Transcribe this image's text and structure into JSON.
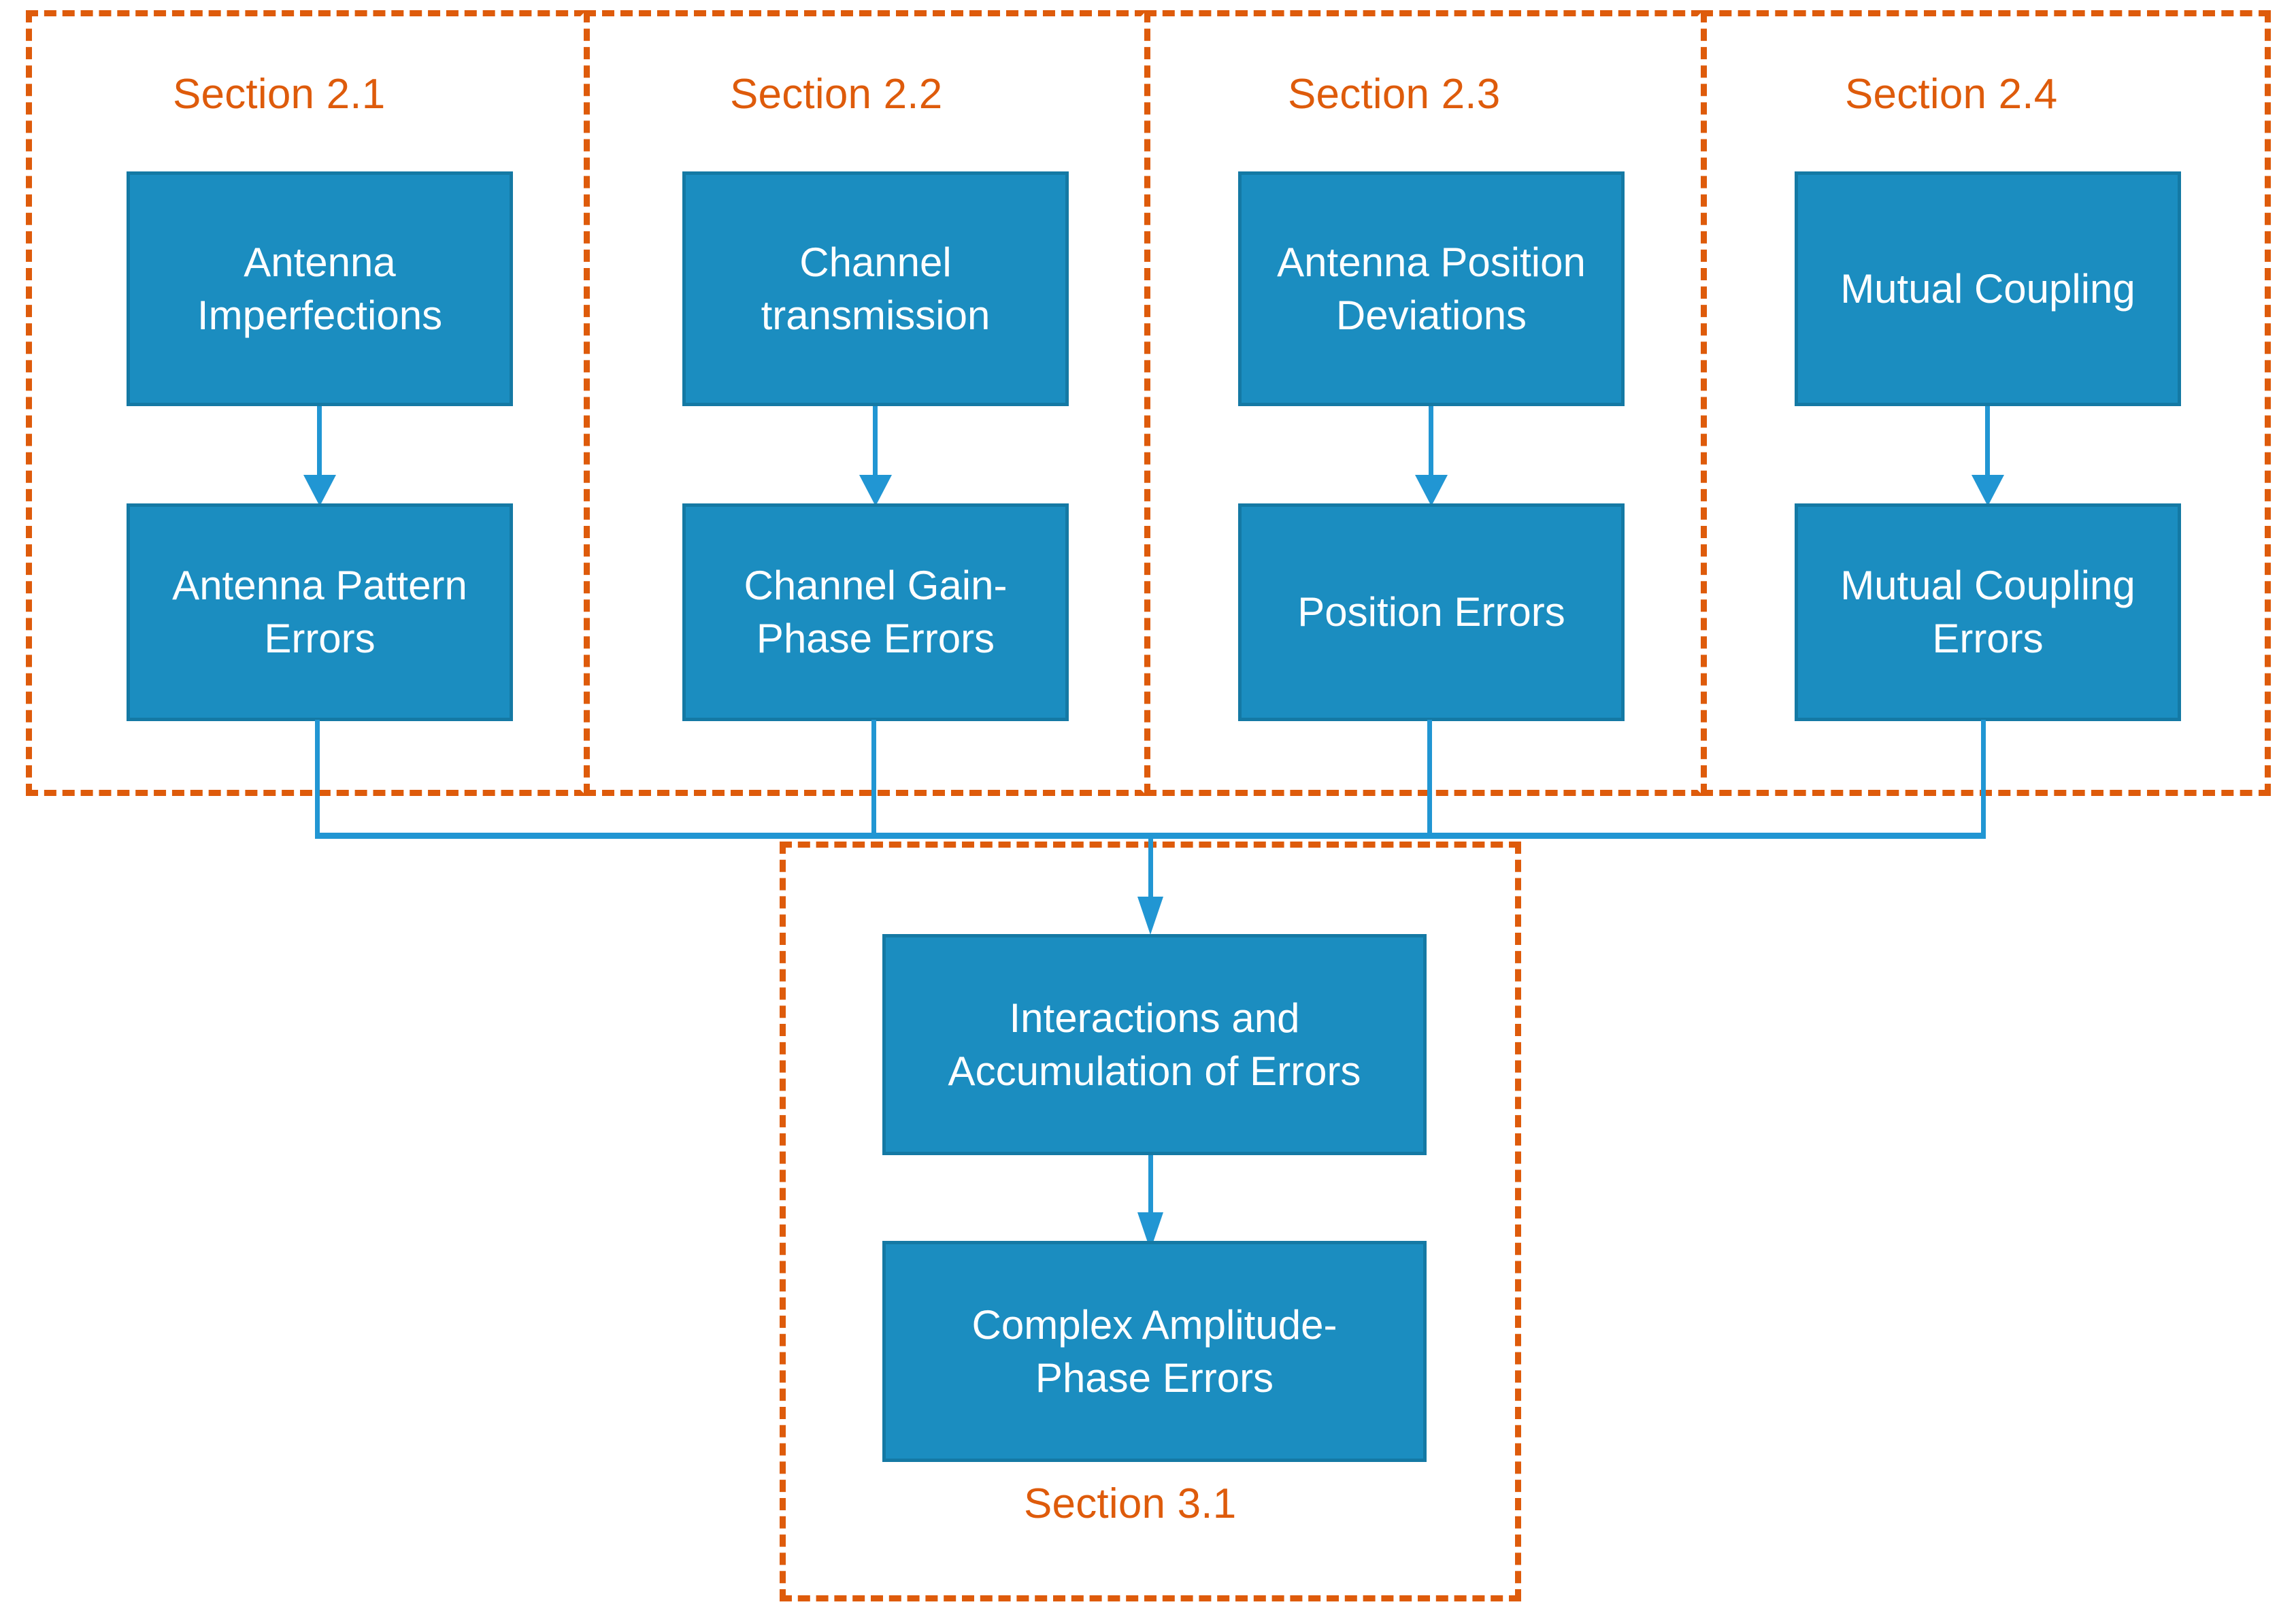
{
  "diagram": {
    "title": "Error sources flowchart",
    "colors": {
      "section_border": "#DE5B0B",
      "section_label": "#DE5B0B",
      "node_fill": "#1B8DC0",
      "node_border": "#1479A4",
      "node_text": "#FFFFFF",
      "connector": "#2196D3",
      "background": "#FFFFFF"
    },
    "sections": [
      {
        "id": "s21",
        "label": "Section 2.1"
      },
      {
        "id": "s22",
        "label": "Section 2.2"
      },
      {
        "id": "s23",
        "label": "Section 2.3"
      },
      {
        "id": "s24",
        "label": "Section 2.4"
      },
      {
        "id": "s31",
        "label": "Section 3.1"
      }
    ],
    "nodes": [
      {
        "id": "n1",
        "line1": "Antenna",
        "line2": "Imperfections"
      },
      {
        "id": "n2",
        "line1": "Channel",
        "line2": "transmission"
      },
      {
        "id": "n3",
        "line1": "Antenna Position",
        "line2": "Deviations"
      },
      {
        "id": "n4",
        "line1": "Mutual Coupling",
        "line2": ""
      },
      {
        "id": "n5",
        "line1": "Antenna Pattern",
        "line2": "Errors"
      },
      {
        "id": "n6",
        "line1": "Channel Gain-",
        "line2": "Phase Errors"
      },
      {
        "id": "n7",
        "line1": "Position Errors",
        "line2": ""
      },
      {
        "id": "n8",
        "line1": "Mutual Coupling",
        "line2": "Errors"
      },
      {
        "id": "n9",
        "line1": "Interactions and",
        "line2": "Accumulation of Errors"
      },
      {
        "id": "n10",
        "line1": "Complex Amplitude-",
        "line2": "Phase Errors"
      }
    ]
  },
  "chart_data": {
    "type": "diagram",
    "title": "Error sources flowchart",
    "graph": {
      "nodes": [
        "Antenna Imperfections",
        "Channel transmission",
        "Antenna Position Deviations",
        "Mutual Coupling",
        "Antenna Pattern Errors",
        "Channel Gain-Phase Errors",
        "Position Errors",
        "Mutual Coupling Errors",
        "Interactions and Accumulation of Errors",
        "Complex Amplitude-Phase Errors"
      ],
      "edges": [
        [
          "Antenna Imperfections",
          "Antenna Pattern Errors"
        ],
        [
          "Channel transmission",
          "Channel Gain-Phase Errors"
        ],
        [
          "Antenna Position Deviations",
          "Position Errors"
        ],
        [
          "Mutual Coupling",
          "Mutual Coupling Errors"
        ],
        [
          "Antenna Pattern Errors",
          "Interactions and Accumulation of Errors"
        ],
        [
          "Channel Gain-Phase Errors",
          "Interactions and Accumulation of Errors"
        ],
        [
          "Position Errors",
          "Interactions and Accumulation of Errors"
        ],
        [
          "Mutual Coupling Errors",
          "Interactions and Accumulation of Errors"
        ],
        [
          "Interactions and Accumulation of Errors",
          "Complex Amplitude-Phase Errors"
        ]
      ],
      "groups": [
        {
          "label": "Section 2.1",
          "members": [
            "Antenna Imperfections",
            "Antenna Pattern Errors"
          ]
        },
        {
          "label": "Section 2.2",
          "members": [
            "Channel transmission",
            "Channel Gain-Phase Errors"
          ]
        },
        {
          "label": "Section 2.3",
          "members": [
            "Antenna Position Deviations",
            "Position Errors"
          ]
        },
        {
          "label": "Section 2.4",
          "members": [
            "Mutual Coupling",
            "Mutual Coupling Errors"
          ]
        },
        {
          "label": "Section 3.1",
          "members": [
            "Interactions and Accumulation of Errors",
            "Complex Amplitude-Phase Errors"
          ]
        }
      ]
    }
  }
}
